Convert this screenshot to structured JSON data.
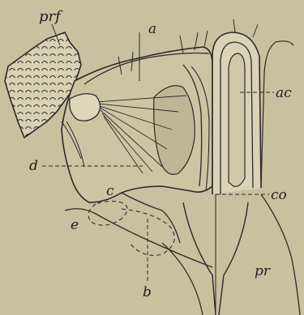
{
  "figure": {
    "labels": {
      "prf": "prf",
      "a": "a",
      "ac": "ac",
      "d": "d",
      "co": "co",
      "c": "c",
      "e": "e",
      "pr": "pr",
      "b": "b"
    },
    "colors": {
      "background": "#c7c1a0",
      "ink": "#2a2a2a",
      "light_structure": "#e2ddc4",
      "shadow": "#9e9878"
    }
  }
}
